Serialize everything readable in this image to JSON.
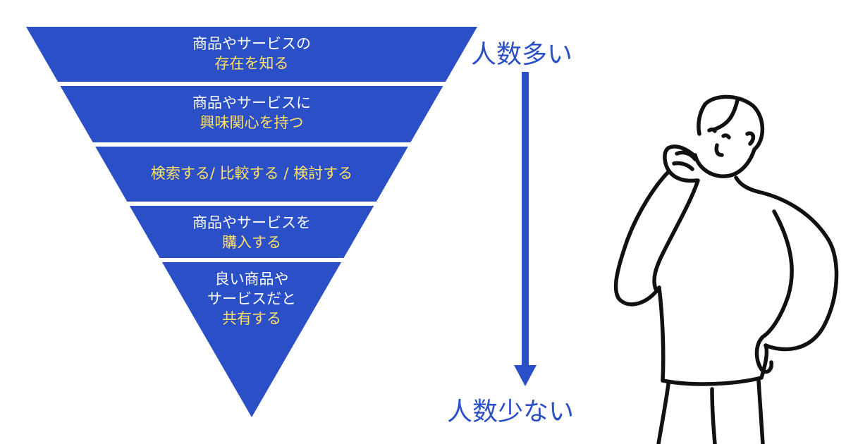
{
  "funnel": {
    "fill_color": "#2a4fc6",
    "highlight_color": "#ffe066",
    "stages": [
      {
        "lines": [
          {
            "text": "商品やサービスの",
            "hl": false
          },
          {
            "text": "存在を知る",
            "hl": true
          }
        ]
      },
      {
        "lines": [
          {
            "text": "商品やサービスに",
            "hl": false
          },
          {
            "text": "興味関心を持つ",
            "hl": true
          }
        ]
      },
      {
        "lines": [
          {
            "text": "検索する/ 比較する / 検討する",
            "hl": true
          }
        ]
      },
      {
        "lines": [
          {
            "text": "商品やサービスを",
            "hl": false
          },
          {
            "text": "購入する",
            "hl": true
          }
        ]
      },
      {
        "lines": [
          {
            "text": "良い商品や",
            "hl": false
          },
          {
            "text": "サービスだと",
            "hl": false
          },
          {
            "text": "共有する",
            "hl": true
          }
        ]
      }
    ]
  },
  "scale": {
    "top_label": "人数多い",
    "bottom_label": "人数少ない",
    "color": "#2a4fc6"
  },
  "illustration": {
    "icon": "thinking-person-icon",
    "stroke_color": "#111111"
  }
}
